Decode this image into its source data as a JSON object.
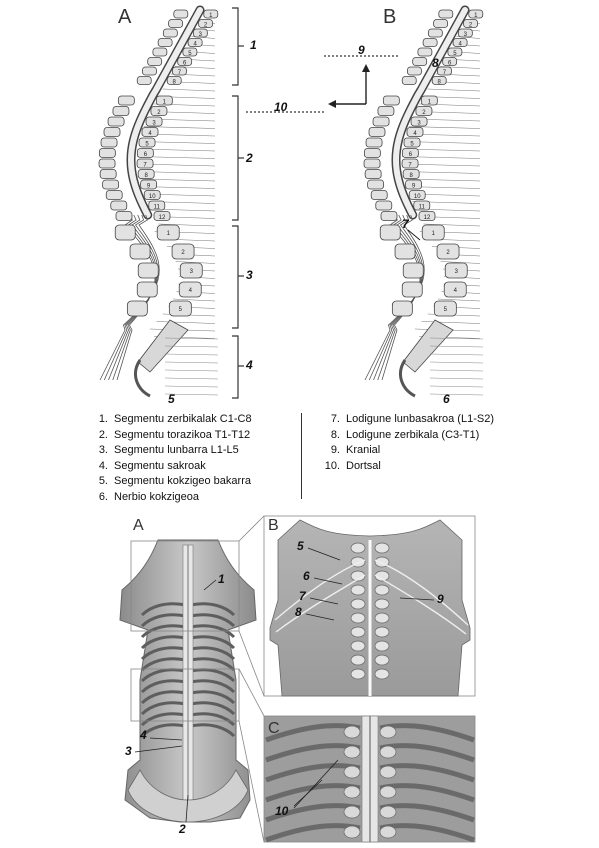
{
  "top_figure": {
    "panels": [
      {
        "letter": "A"
      },
      {
        "letter": "B"
      }
    ],
    "labels": {
      "n1": "1",
      "n2": "2",
      "n3": "3",
      "n4": "4",
      "n5": "5",
      "n6": "6",
      "n7": "7",
      "n8": "8",
      "n9": "9",
      "n10": "10"
    },
    "vertebra_numbers": {
      "cervical": [
        "1",
        "2",
        "3",
        "4",
        "5",
        "6",
        "7",
        "8"
      ],
      "thoracic": [
        "1",
        "2",
        "3",
        "4",
        "5",
        "6",
        "7",
        "8",
        "9",
        "10",
        "11",
        "12"
      ],
      "lumbar": [
        "1",
        "2",
        "3",
        "4",
        "5"
      ]
    }
  },
  "legend": {
    "left": [
      {
        "n": "1.",
        "text": "Segmentu zerbikalak C1-C8"
      },
      {
        "n": "2.",
        "text": "Segmentu torazikoa T1-T12"
      },
      {
        "n": "3.",
        "text": "Segmentu lunbarra L1-L5"
      },
      {
        "n": "4.",
        "text": "Segmentu sakroak"
      },
      {
        "n": "5.",
        "text": "Segmentu kokzigeo bakarra"
      },
      {
        "n": "6.",
        "text": "Nerbio kokzigeoa"
      }
    ],
    "right": [
      {
        "n": "7.",
        "text": "Lodigune lunbasakroa (L1-S2)"
      },
      {
        "n": "8.",
        "text": "Lodigune zerbikala (C3-T1)"
      },
      {
        "n": "9.",
        "text": "Kranial"
      },
      {
        "n": "10.",
        "text": "Dortsal"
      }
    ]
  },
  "bottom_figure": {
    "panels": [
      {
        "letter": "A"
      },
      {
        "letter": "B"
      },
      {
        "letter": "C"
      }
    ],
    "labels": {
      "a1": "1",
      "a2": "2",
      "a3": "3",
      "a4": "4",
      "b5": "5",
      "b6": "6",
      "b7": "7",
      "b8": "8",
      "b9": "9",
      "c10": "10"
    }
  }
}
